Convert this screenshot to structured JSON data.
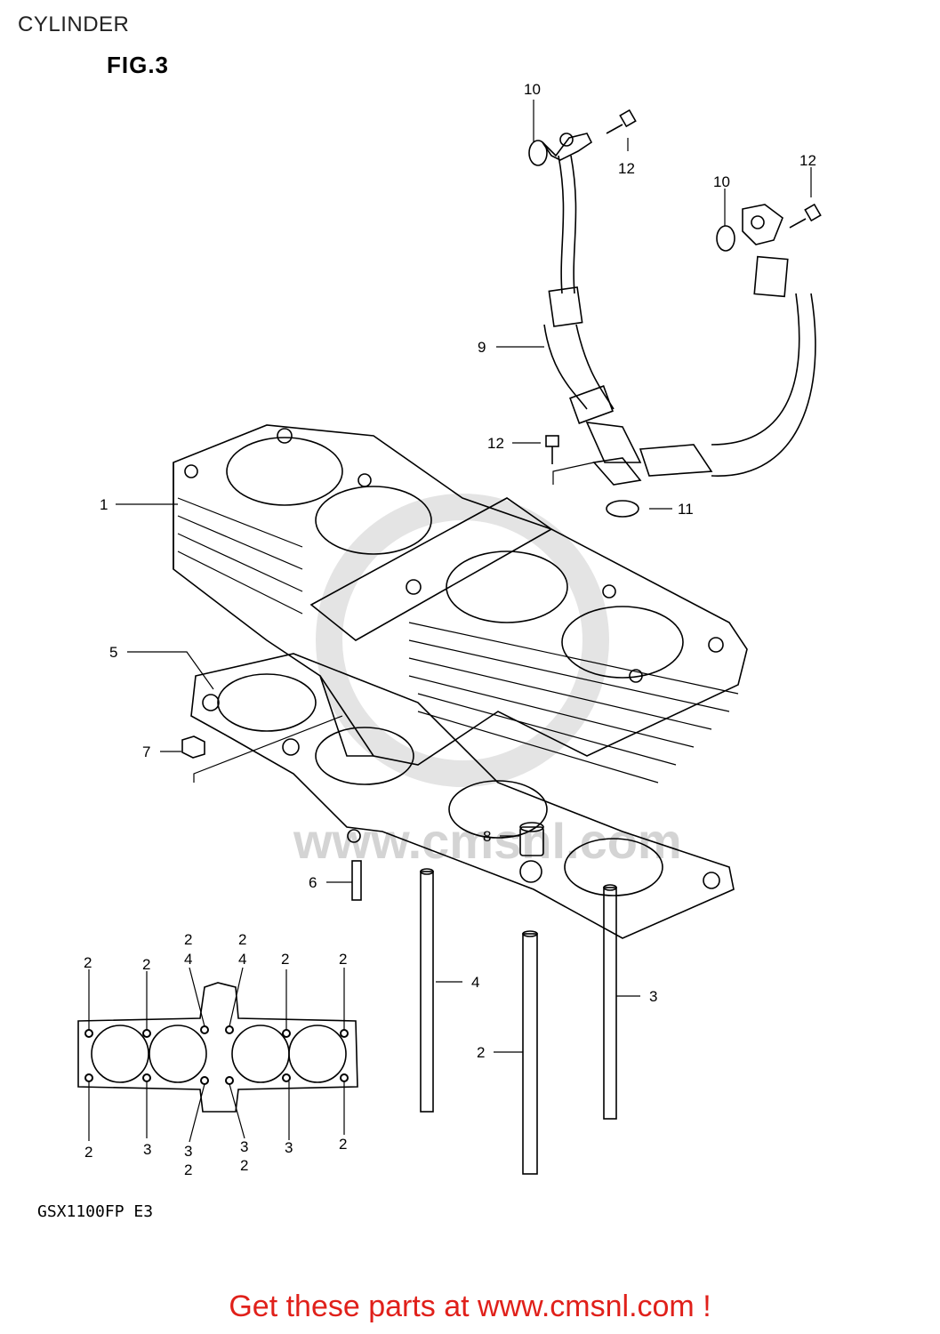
{
  "page_title": "CYLINDER",
  "figure_label": "FIG.3",
  "model_code": "GSX1100FP E3",
  "watermark": "www.cmsnl.com",
  "banner": "Get these parts at www.cmsnl.com !",
  "callouts": [
    {
      "id": "c1",
      "text": "1"
    },
    {
      "id": "c5",
      "text": "5"
    },
    {
      "id": "c7",
      "text": "7"
    },
    {
      "id": "c6",
      "text": "6"
    },
    {
      "id": "c8",
      "text": "8"
    },
    {
      "id": "c9",
      "text": "9"
    },
    {
      "id": "c10a",
      "text": "10"
    },
    {
      "id": "c10b",
      "text": "10"
    },
    {
      "id": "c11",
      "text": "11"
    },
    {
      "id": "c12a",
      "text": "12"
    },
    {
      "id": "c12b",
      "text": "12"
    },
    {
      "id": "c12c",
      "text": "12"
    },
    {
      "id": "c4",
      "text": "4"
    },
    {
      "id": "c3",
      "text": "3"
    },
    {
      "id": "c2",
      "text": "2"
    }
  ],
  "stud_map": {
    "top": [
      "2",
      "2",
      "2",
      "4",
      "2",
      "4",
      "2",
      "2"
    ],
    "bottom": [
      "2",
      "3",
      "3",
      "2",
      "3",
      "2",
      "3",
      "2"
    ]
  }
}
